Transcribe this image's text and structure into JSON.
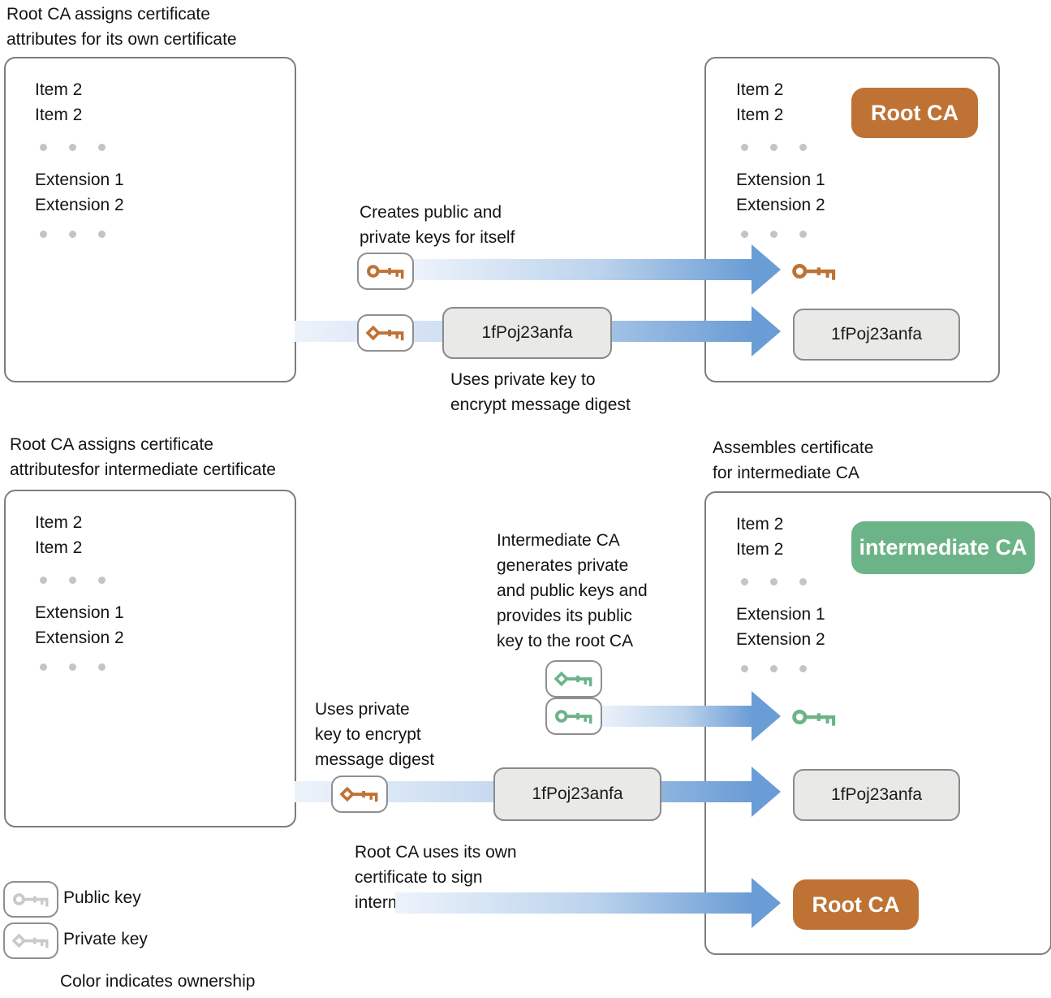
{
  "colors": {
    "orange": "#BE7234",
    "green": "#6CB488",
    "arrow_blue": "#6A9CD5",
    "arrow_light": "#EDF3FB",
    "key_gray": "#C9C9C9"
  },
  "sections": {
    "top_left_title": "Root CA assigns certificate\nattributes for its own certificate",
    "bottom_left_title": "Root CA assigns certificate\nattributesfor intermediate certificate",
    "bottom_right_title": "Assembles certificate\nfor intermediate CA"
  },
  "cert": {
    "item1": "Item 2",
    "item2": "Item 2",
    "ext1": "Extension 1",
    "ext2": "Extension 2"
  },
  "badges": {
    "root_ca": "Root CA",
    "intermediate_ca": "intermediate CA"
  },
  "signature": {
    "value": "1fPoj23anfa"
  },
  "annotations": {
    "creates_keys": "Creates public and\nprivate keys for itself",
    "uses_private_top": "Uses private key to\nencrypt message digest",
    "intermediate_generates": "Intermediate CA\ngenerates private\nand public keys and\nprovides its public\nkey to the root CA",
    "uses_private_bottom": "Uses private\nkey to encrypt\nmessage digest",
    "root_signs": "Root CA uses its own\ncertificate to sign\nintermediate CA certificate"
  },
  "legend": {
    "public_key_label": "Public key",
    "private_key_label": "Private key",
    "ownership_note": "Color indicates ownership"
  }
}
